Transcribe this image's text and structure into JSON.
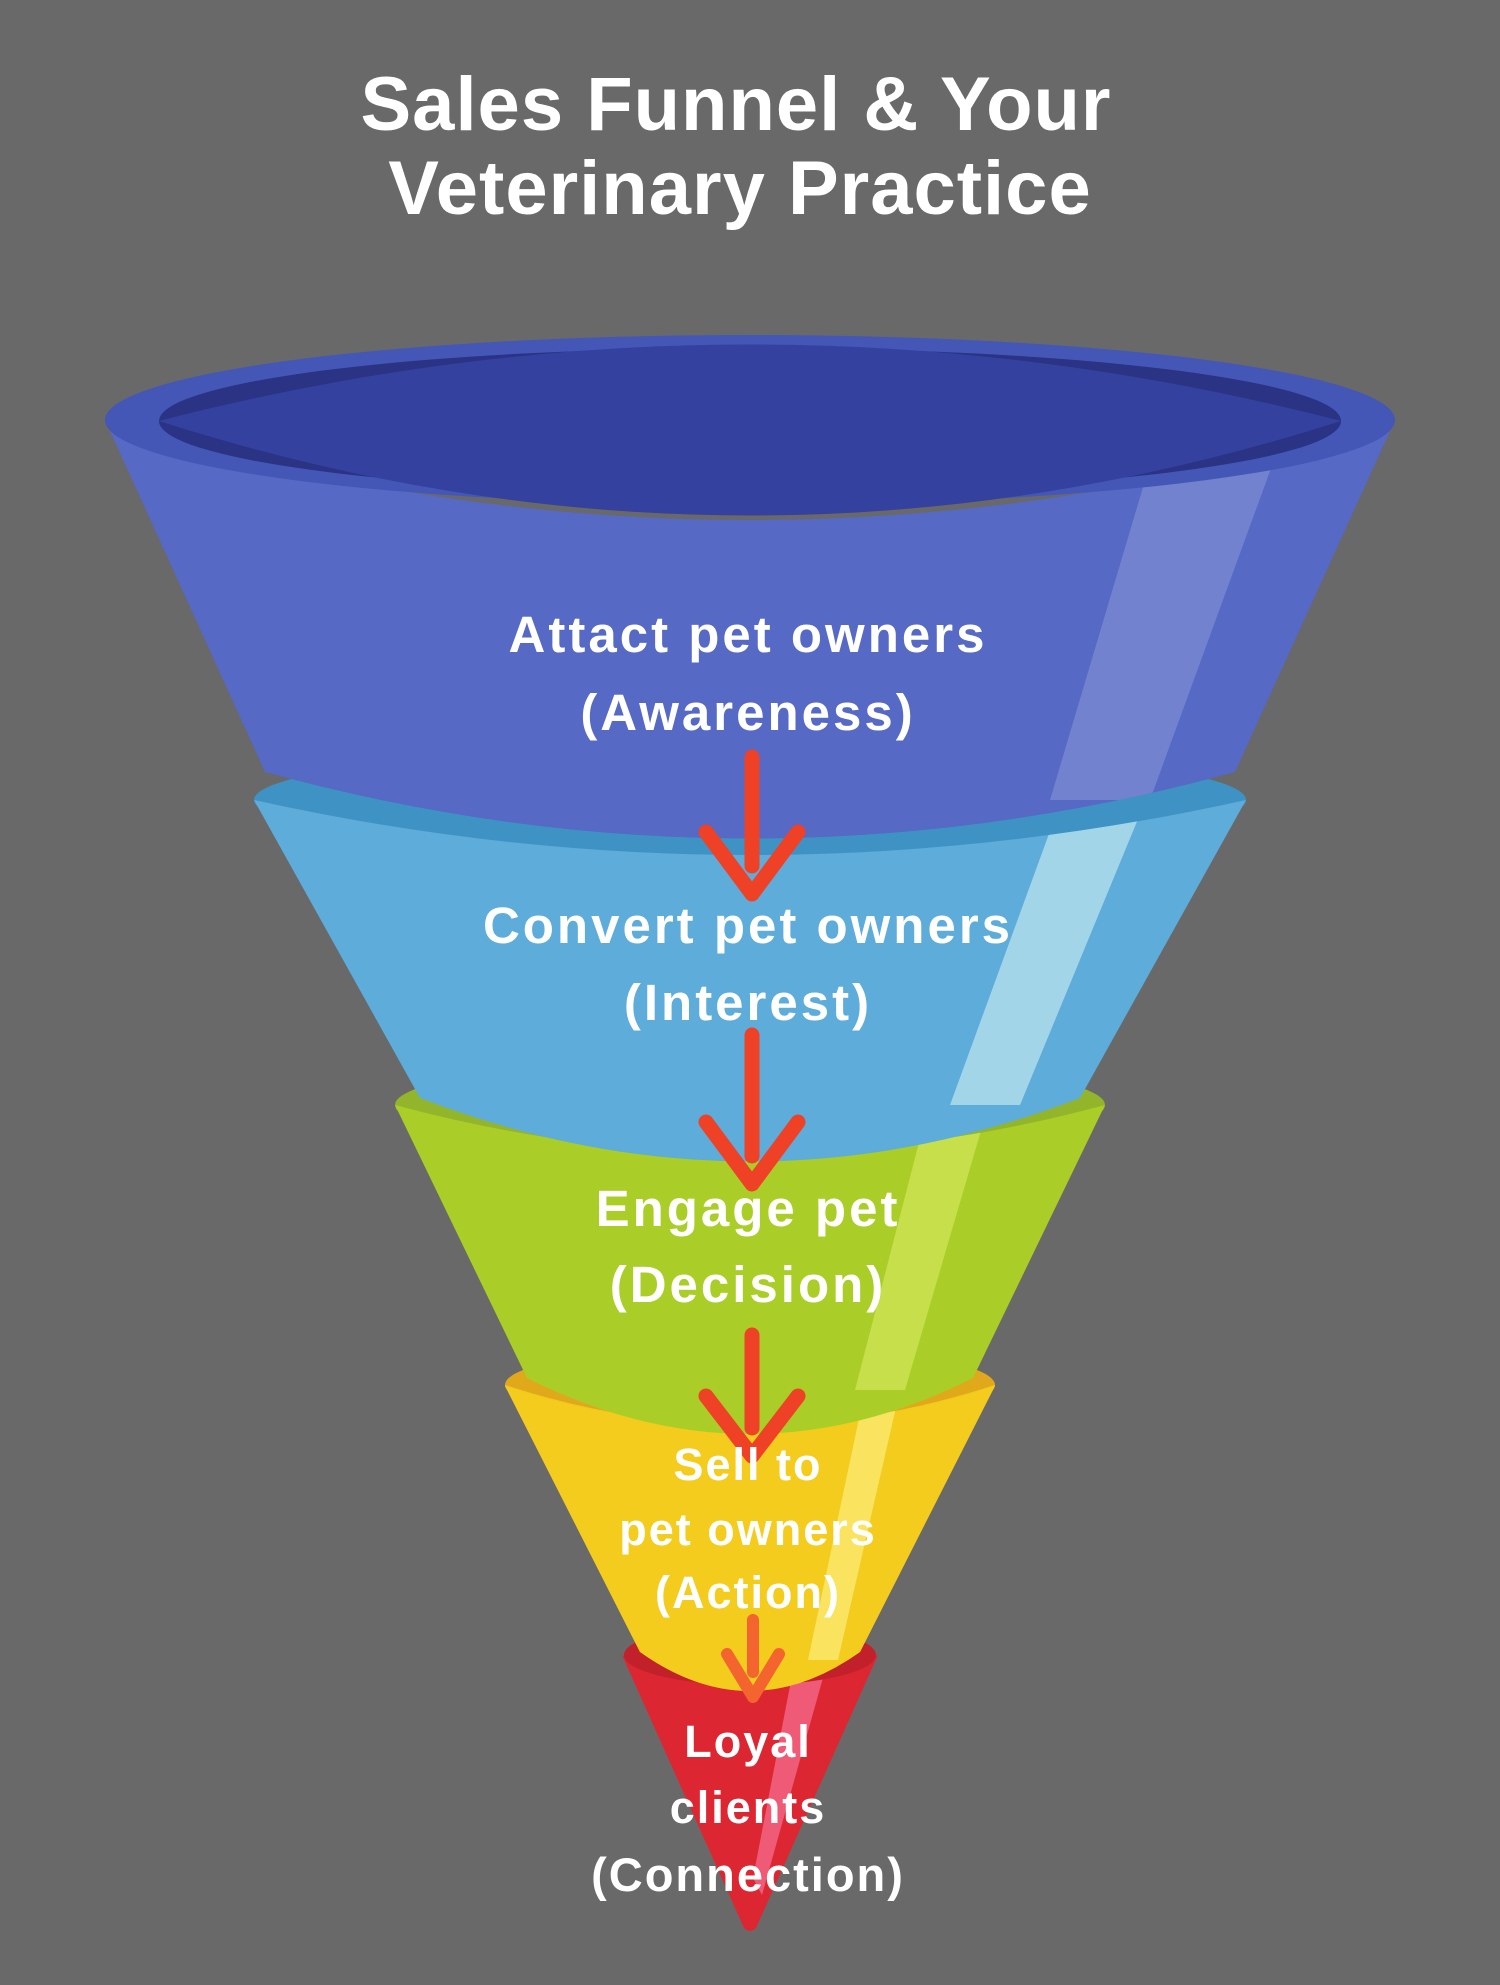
{
  "background_color": "#6a6969",
  "text_color": "#ffffff",
  "title": {
    "lines": [
      "Sales Funnel & Your",
      "Veterinary Practice"
    ]
  },
  "arrow": {
    "color": "#ee4125",
    "last_color": "#f3642f"
  },
  "stages": [
    {
      "name": "awareness",
      "lines": [
        "Attact pet owners",
        "(Awareness)"
      ],
      "body_color": "#5569c5",
      "rim_color": "#4457b6",
      "rim_inner_color": "#35419f",
      "rim_inner_dark_color": "#2a3384",
      "highlight_color": "#7282ce"
    },
    {
      "name": "interest",
      "lines": [
        "Convert pet owners",
        "(Interest)"
      ],
      "body_color": "#5dacda",
      "rim_color": "#3f93c4",
      "highlight_color": "#a3d5e9"
    },
    {
      "name": "decision",
      "lines": [
        "Engage pet",
        "(Decision)"
      ],
      "body_color": "#aace27",
      "rim_color": "#93b52c",
      "highlight_color": "#c6df4b"
    },
    {
      "name": "action",
      "lines": [
        "Sell to",
        "pet owners",
        "(Action)"
      ],
      "body_color": "#f4cc1e",
      "rim_color": "#dfa91b",
      "highlight_color": "#f9e35f"
    },
    {
      "name": "connection",
      "lines": [
        "Loyal",
        "clients",
        "(Connection)"
      ],
      "body_color": "#dc2732",
      "rim_color": "#c2202a",
      "highlight_color": "#ef5b76"
    }
  ]
}
